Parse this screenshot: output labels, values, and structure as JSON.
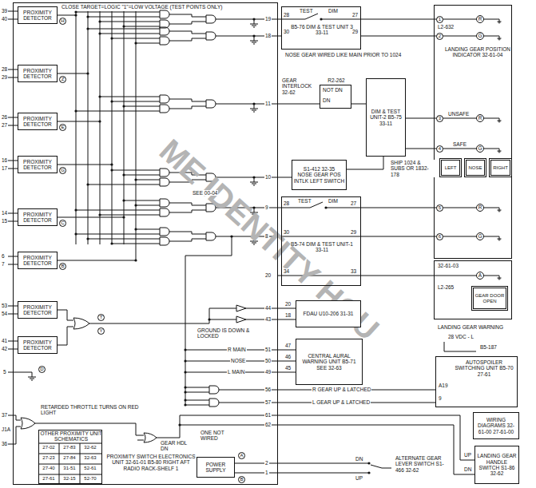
{
  "diagram": {
    "nodes": [
      {
        "text": [
          "PROXIMITY SWITCH ELECTRONICS UNIT 32-61-01 B5-80 RIGHT AFT RADIO RACK-SHELF 1"
        ]
      },
      {
        "text": [
          "PROXIMITY DETECTOR"
        ],
        "in": 0
      },
      {
        "text": [
          "PROXIMITY DETECTOR"
        ],
        "in": 0
      },
      {
        "text": [
          "PROXIMITY DETECTOR"
        ],
        "in": 0
      },
      {
        "text": [
          "PROXIMITY DETECTOR"
        ],
        "in": 0
      },
      {
        "text": [
          "PROXIMITY DETECTOR"
        ],
        "in": 0
      },
      {
        "text": [
          "PROXIMITY DETECTOR"
        ],
        "in": 0
      },
      {
        "text": [
          "PROXIMITY DETECTOR"
        ],
        "in": 0
      },
      {
        "text": [
          "PROXIMITY DETECTOR"
        ],
        "in": 0
      },
      {
        "text": [
          "OTHER PROXIMITY UNIT SCHEMATICS"
        ],
        "in": 0
      },
      {
        "text": [
          "POWER SUPPLY"
        ],
        "in": 0
      },
      {
        "text": [
          "B5-76 DIM & TEST UNIT 3 33-11"
        ]
      },
      {
        "text": [
          "R2-262"
        ]
      },
      {
        "text": [
          "S1-412 32-35",
          "NOSE GEAR POS INTLK LEFT SWITCH"
        ]
      },
      {
        "text": [
          "DIM & TEST UNIT-2 B5-75 33-11"
        ]
      },
      {
        "text": [
          "B5-74 DIM & TEST UNIT-1 33-11"
        ]
      },
      {
        "text": [
          "FDAU U10-206 31-31"
        ]
      },
      {
        "text": [
          "CENTRAL AURAL WARNING UNIT B5-71 SEE 32-63"
        ]
      },
      {
        "text": [
          "L2-632",
          "LANDING GEAR POSITION INDICATOR 32-61-04"
        ]
      },
      {
        "text": [
          "LEFT"
        ],
        "in": 18
      },
      {
        "text": [
          "NOSE"
        ],
        "in": 18
      },
      {
        "text": [
          "RIGHT"
        ],
        "in": 18
      },
      {
        "text": [
          "32-61-03",
          "L2-265"
        ]
      },
      {
        "text": [
          "GEAR DOOR OPEN"
        ],
        "in": 22
      },
      {
        "text": [
          "AUTOSPOILER SWITCHING UNIT B5-70 27-61"
        ]
      },
      {
        "text": [
          "WIRING DIAGRAMS 32-61-00 27-61-00"
        ]
      },
      {
        "text": [
          "LANDING GEAR HANDLE SWITCH S1-86 32-62"
        ]
      }
    ],
    "edges": [
      {
        "from": 0,
        "to": 11,
        "arrow": "none"
      },
      {
        "from": 0,
        "to": 11,
        "arrow": "none"
      },
      {
        "from": 11,
        "to": 18,
        "arrow": "none"
      },
      {
        "from": 11,
        "to": 18,
        "arrow": "none"
      },
      {
        "from": 0,
        "to": 12,
        "arrow": "none"
      },
      {
        "from": 12,
        "to": 14,
        "arrow": "none"
      },
      {
        "from": 14,
        "to": 18,
        "arrow": "none"
      },
      {
        "from": 14,
        "to": 18,
        "arrow": "none"
      },
      {
        "from": 0,
        "to": 13,
        "arrow": "none"
      },
      {
        "from": 13,
        "to": 14,
        "arrow": "none"
      },
      {
        "from": 0,
        "to": 15,
        "arrow": "none"
      },
      {
        "from": 0,
        "to": 15,
        "arrow": "none"
      },
      {
        "from": 0,
        "to": 15,
        "arrow": "none"
      },
      {
        "from": 15,
        "to": 18,
        "arrow": "none"
      },
      {
        "from": 15,
        "to": 18,
        "arrow": "none"
      },
      {
        "from": 15,
        "to": 22,
        "arrow": "none"
      },
      {
        "from": 0,
        "to": 16,
        "arrow": "none"
      },
      {
        "from": 0,
        "to": 16,
        "arrow": "none"
      },
      {
        "from": 0,
        "to": 17,
        "label": "R MAIN",
        "arrow": "none"
      },
      {
        "from": 0,
        "to": 17,
        "label": "NOSE",
        "arrow": "none"
      },
      {
        "from": 0,
        "to": 17,
        "label": "L MAIN",
        "arrow": "none"
      },
      {
        "from": 0,
        "to": 24,
        "label": "R GEAR UP & LATCHED",
        "arrow": "none"
      },
      {
        "from": 0,
        "to": 24,
        "label": "L GEAR UP & LATCHED",
        "arrow": "none"
      },
      {
        "from": 0,
        "to": 26,
        "arrow": "none"
      },
      {
        "from": 0,
        "to": 26,
        "arrow": "none"
      }
    ],
    "labels": [
      "ME IDENTITY HOU",
      "CLOSE TARGET=LOGIC \"1\"=LOW VOLTAGE (TEST POINTS ONLY)",
      "39",
      "40",
      "28",
      "29",
      "26",
      "27",
      "16",
      "17",
      "14",
      "15",
      "6",
      "7",
      "53",
      "54",
      "41",
      "42",
      "H",
      "Z",
      "E",
      "G",
      "C",
      "B",
      "T",
      "Y",
      "19",
      "18",
      "11",
      "10",
      "9",
      "8",
      "20",
      "44",
      "43",
      "51",
      "50",
      "49",
      "56",
      "57",
      "61",
      "62",
      "2",
      "1",
      "SEE 00-04",
      "GROUND IS DOWN & LOCKED",
      "ONE NOT WIRED",
      "RETARDED THROTTLE TURNS ON RED LIGHT",
      "GEAR HDL DN",
      "5",
      "D",
      "37",
      "J1A",
      "36",
      "A",
      "B",
      "27-02",
      "27-83",
      "32-62",
      "27-23",
      "27-84",
      "32-63",
      "27-40",
      "31-51",
      "52-61",
      "27-61",
      "32-15",
      "52-70",
      "28",
      "TEST",
      "DIM",
      "27",
      "30",
      "29",
      "NOSE GEAR WIRED LIKE MAIN PRIOR TO 1024",
      "GEAR INTERLOCK 32-62",
      "NOT DN",
      "DN",
      "SHIP 1024 & SUBS OR 1832-178",
      "28",
      "TEST",
      "DIM",
      "27",
      "30",
      "29",
      "34",
      "33",
      "20",
      "18",
      "47",
      "46",
      "45",
      "A19",
      "9",
      "LANDING GEAR WARNING",
      "28 VDC - L",
      "B5-187",
      "DN",
      "UP",
      "ALTERNATE GEAR LEVER SWITCH S1-466 32-62",
      "UP",
      "DN",
      "1",
      "R",
      "2",
      "G",
      "UNSAFE",
      "3",
      "R",
      "SAFE",
      "4",
      "G",
      "5",
      "R",
      "6",
      "G",
      "A"
    ]
  }
}
